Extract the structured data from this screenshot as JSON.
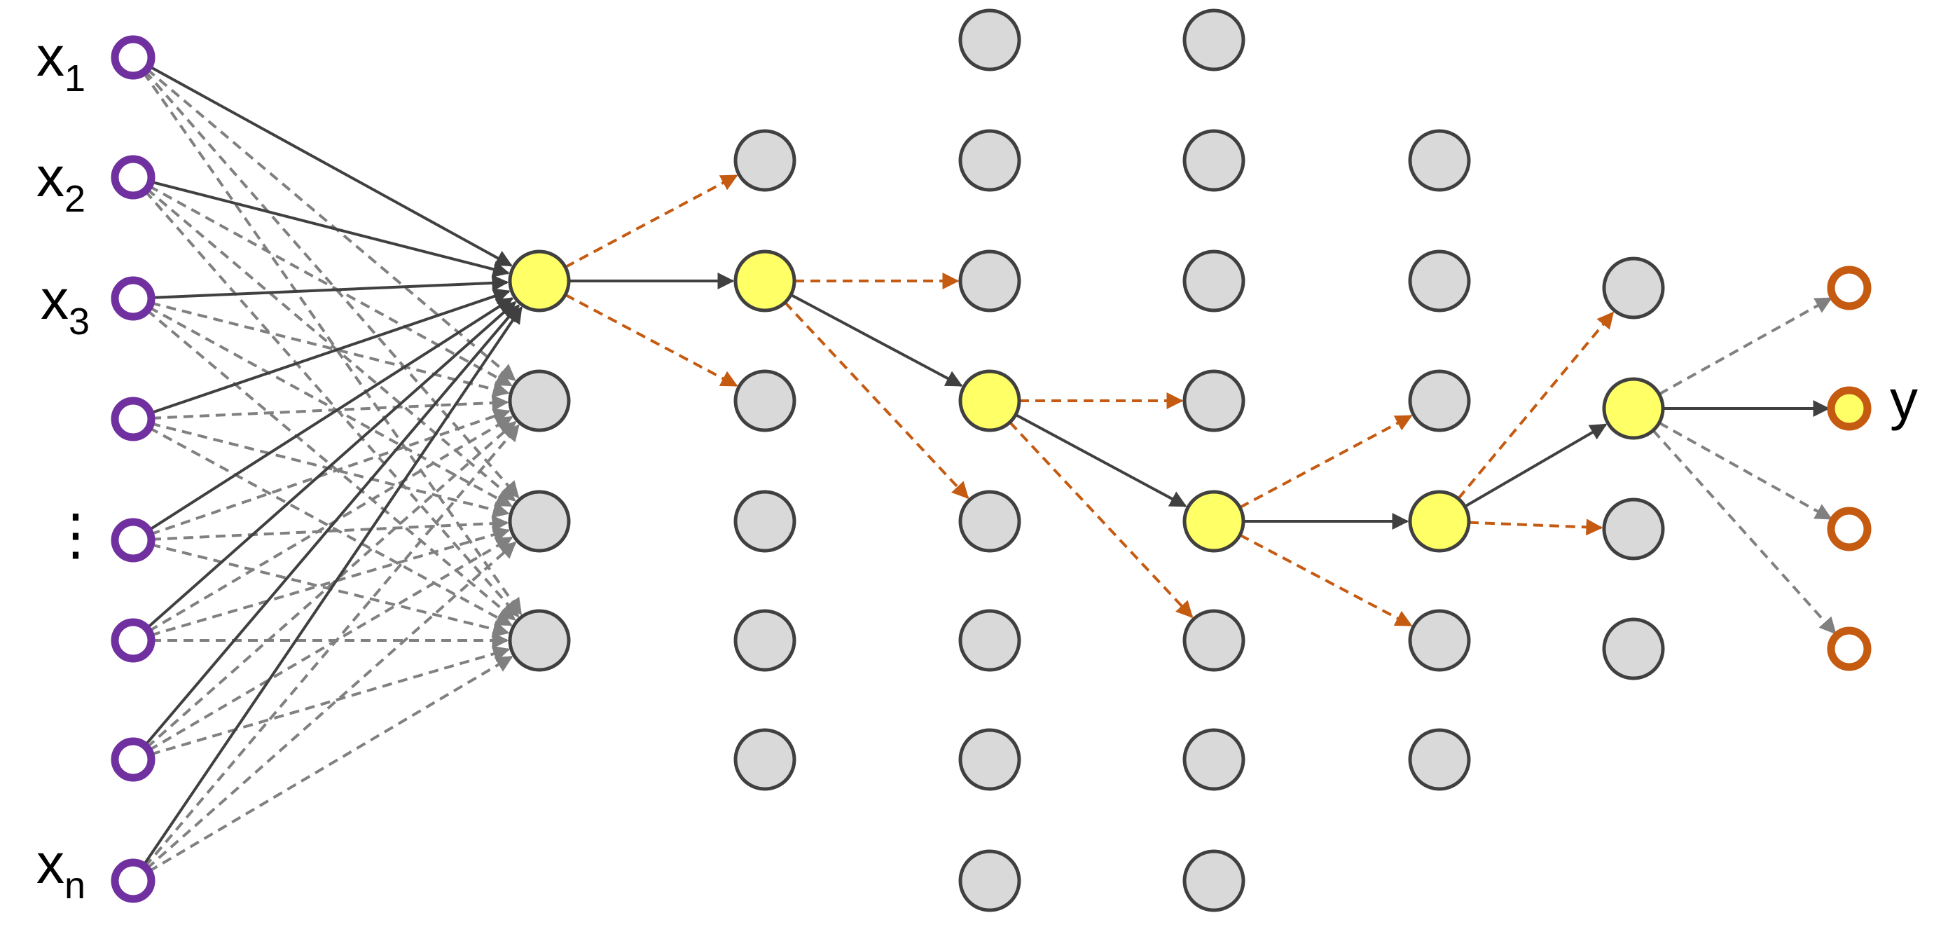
{
  "labels": {
    "inputs": [
      {
        "main": "x",
        "sub": "1"
      },
      {
        "main": "x",
        "sub": "2"
      },
      {
        "main": "x",
        "sub": "3"
      },
      {
        "main": "",
        "sub": ""
      },
      {
        "main": "⋮",
        "sub": ""
      },
      {
        "main": "",
        "sub": ""
      },
      {
        "main": "",
        "sub": ""
      },
      {
        "main": "x",
        "sub": "n"
      }
    ],
    "output": "y"
  },
  "colors": {
    "input_ring": "#7030A0",
    "output_ring": "#C55A11",
    "neuron_fill": "#D9D9D9",
    "neuron_stroke": "#404040",
    "active_fill": "#FFFF66",
    "solid_edge": "#404040",
    "gray_dash": "#808080",
    "orange_dash": "#C55A11"
  },
  "layers": [
    {
      "type": "input",
      "nodes": 8
    },
    {
      "type": "hidden",
      "nodes": 4,
      "active": [
        0
      ]
    },
    {
      "type": "hidden",
      "nodes": 6,
      "active": [
        1
      ]
    },
    {
      "type": "hidden",
      "nodes": 8,
      "active": [
        3
      ]
    },
    {
      "type": "hidden",
      "nodes": 8,
      "active": [
        4
      ]
    },
    {
      "type": "hidden",
      "nodes": 6,
      "active": [
        3
      ]
    },
    {
      "type": "hidden",
      "nodes": 4,
      "active": [
        1
      ]
    },
    {
      "type": "output",
      "nodes": 4,
      "active": [
        1
      ]
    }
  ],
  "edges": {
    "input_to_active": "solid",
    "input_to_inactive": "gray-dashed",
    "active_path": "solid",
    "active_to_neighbors": "orange-dashed",
    "output_alternatives": "gray-dashed"
  }
}
